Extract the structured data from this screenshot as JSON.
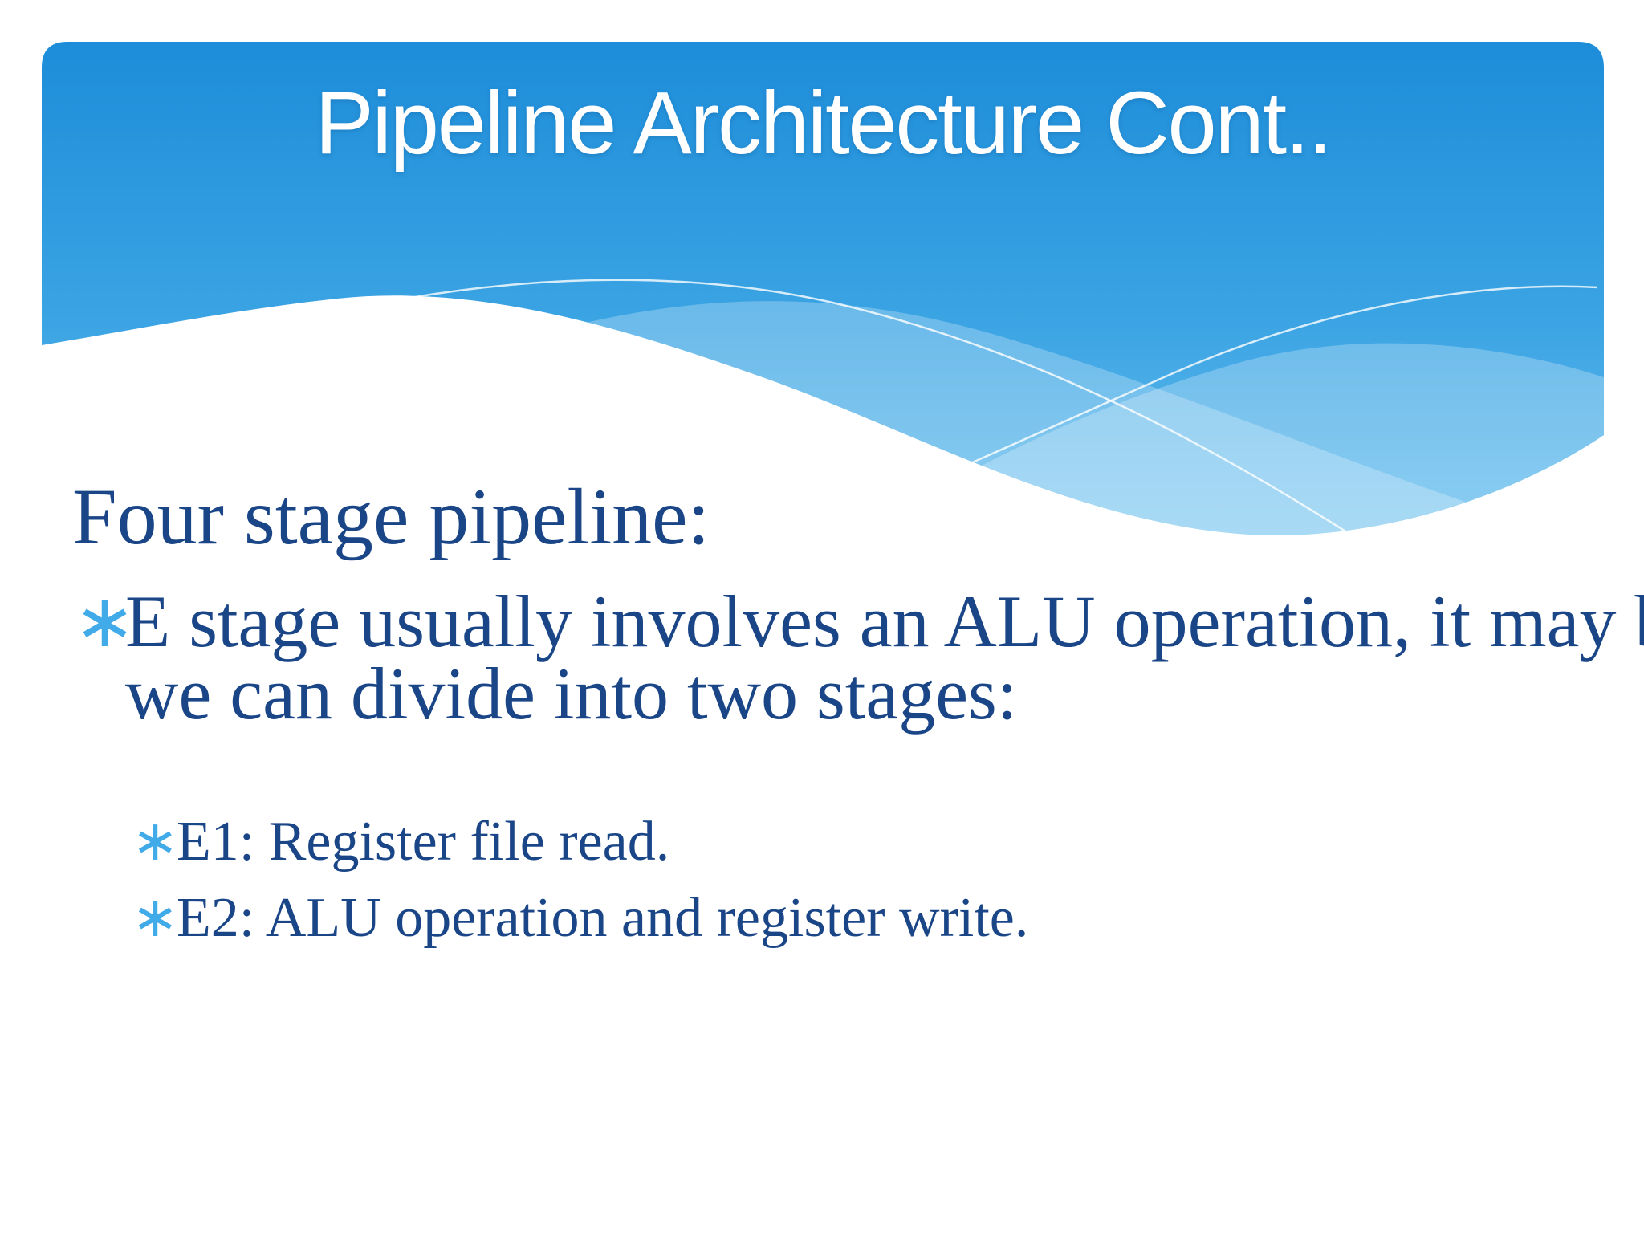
{
  "slide": {
    "title": "Pipeline Architecture Cont..",
    "body": {
      "heading": "Four stage pipeline:",
      "bullet_char": "∗",
      "bullet": {
        "line1": "E stage usually involves an ALU operation, it may be longer. So",
        "line2": "we can divide into two stages:"
      },
      "sub_bullets": [
        {
          "text": "E1: Register file read."
        },
        {
          "text": "E2: ALU operation and register write."
        }
      ]
    }
  },
  "colors": {
    "header_gradient_top": "#1d8dd9",
    "header_gradient_mid": "#3aa3e3",
    "header_gradient_bottom": "#66beee",
    "title_text": "#ffffff",
    "body_text": "#1a4688",
    "bullet_accent": "#41aae8",
    "page_background": "#ffffff"
  }
}
